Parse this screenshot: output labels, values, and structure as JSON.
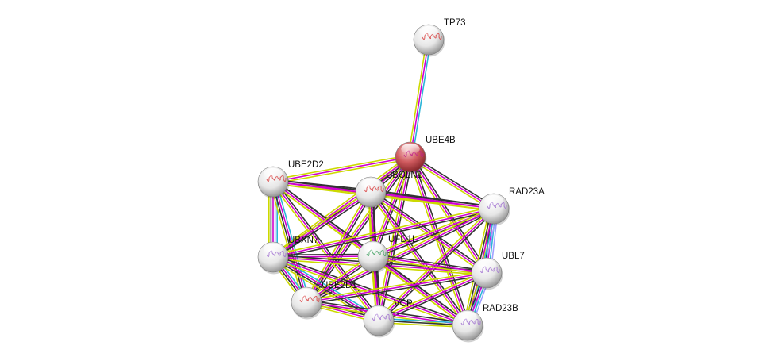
{
  "network": {
    "colors": {
      "text": "#ccd900",
      "experiments": "#d000d0",
      "coexpression": "#333333",
      "databases": "#2bb5d8",
      "homology": "#a0a0ff",
      "query_node": "#c0333a",
      "node": "#e8e8e8"
    },
    "nodes": [
      {
        "id": "TP73",
        "label": "TP73",
        "query": false,
        "structure": "red"
      },
      {
        "id": "UBE4B",
        "label": "UBE4B",
        "query": true,
        "structure": "magenta"
      },
      {
        "id": "UBE2D2",
        "label": "UBE2D2",
        "query": false,
        "structure": "red"
      },
      {
        "id": "UBQLN1",
        "label": "UBQLN1",
        "query": false,
        "structure": "red"
      },
      {
        "id": "RAD23A",
        "label": "RAD23A",
        "query": false,
        "structure": "purple"
      },
      {
        "id": "UBXN7",
        "label": "UBXN7",
        "query": false,
        "structure": "purple"
      },
      {
        "id": "UFD1L",
        "label": "UFD1L",
        "query": false,
        "structure": "green"
      },
      {
        "id": "UBL7",
        "label": "UBL7",
        "query": false,
        "structure": "purple"
      },
      {
        "id": "UBE2D1",
        "label": "UBE2D1",
        "query": false,
        "structure": "red"
      },
      {
        "id": "VCP",
        "label": "VCP",
        "query": false,
        "structure": "purple"
      },
      {
        "id": "RAD23B",
        "label": "RAD23B",
        "query": false,
        "structure": "purple"
      }
    ],
    "edges": [
      {
        "a": "TP73",
        "b": "UBE4B",
        "types": [
          "databases",
          "experiments",
          "text"
        ]
      },
      {
        "a": "UBE4B",
        "b": "UBE2D2",
        "types": [
          "text",
          "experiments",
          "text"
        ]
      },
      {
        "a": "UBE4B",
        "b": "UBQLN1",
        "types": [
          "coexpression",
          "experiments",
          "text"
        ]
      },
      {
        "a": "UBE4B",
        "b": "RAD23A",
        "types": [
          "coexpression",
          "experiments",
          "text"
        ]
      },
      {
        "a": "UBE4B",
        "b": "UBXN7",
        "types": [
          "coexpression",
          "experiments",
          "text"
        ]
      },
      {
        "a": "UBE4B",
        "b": "UFD1L",
        "types": [
          "coexpression",
          "experiments",
          "text"
        ]
      },
      {
        "a": "UBE4B",
        "b": "UBL7",
        "types": [
          "coexpression",
          "experiments",
          "text"
        ]
      },
      {
        "a": "UBE4B",
        "b": "UBE2D1",
        "types": [
          "coexpression",
          "experiments",
          "text"
        ]
      },
      {
        "a": "UBE4B",
        "b": "VCP",
        "types": [
          "coexpression",
          "experiments",
          "text"
        ]
      },
      {
        "a": "UBE4B",
        "b": "RAD23B",
        "types": [
          "coexpression",
          "experiments",
          "text"
        ]
      },
      {
        "a": "UBE2D2",
        "b": "UBQLN1",
        "types": [
          "coexpression",
          "experiments",
          "text"
        ]
      },
      {
        "a": "UBE2D2",
        "b": "RAD23A",
        "types": [
          "coexpression",
          "experiments",
          "text"
        ]
      },
      {
        "a": "UBE2D2",
        "b": "UBXN7",
        "types": [
          "databases",
          "homology",
          "experiments",
          "coexpression",
          "text"
        ]
      },
      {
        "a": "UBE2D2",
        "b": "UFD1L",
        "types": [
          "coexpression",
          "experiments",
          "text"
        ]
      },
      {
        "a": "UBE2D2",
        "b": "UBE2D1",
        "types": [
          "databases",
          "experiments",
          "coexpression",
          "text"
        ]
      },
      {
        "a": "UBE2D2",
        "b": "VCP",
        "types": [
          "coexpression",
          "experiments",
          "text"
        ]
      },
      {
        "a": "UBE2D2",
        "b": "RAD23B",
        "types": [
          "coexpression",
          "experiments",
          "text"
        ]
      },
      {
        "a": "UBQLN1",
        "b": "RAD23A",
        "types": [
          "coexpression",
          "experiments",
          "text"
        ]
      },
      {
        "a": "UBQLN1",
        "b": "UBXN7",
        "types": [
          "coexpression",
          "experiments",
          "text"
        ]
      },
      {
        "a": "UBQLN1",
        "b": "UFD1L",
        "types": [
          "coexpression",
          "experiments",
          "text"
        ]
      },
      {
        "a": "UBQLN1",
        "b": "UBL7",
        "types": [
          "coexpression",
          "experiments",
          "text"
        ]
      },
      {
        "a": "UBQLN1",
        "b": "UBE2D1",
        "types": [
          "coexpression",
          "experiments",
          "text"
        ]
      },
      {
        "a": "UBQLN1",
        "b": "VCP",
        "types": [
          "coexpression",
          "experiments",
          "text"
        ]
      },
      {
        "a": "UBQLN1",
        "b": "RAD23B",
        "types": [
          "coexpression",
          "experiments",
          "text"
        ]
      },
      {
        "a": "RAD23A",
        "b": "UFD1L",
        "types": [
          "coexpression",
          "experiments",
          "text"
        ]
      },
      {
        "a": "RAD23A",
        "b": "UBXN7",
        "types": [
          "coexpression",
          "experiments",
          "text"
        ]
      },
      {
        "a": "RAD23A",
        "b": "UBL7",
        "types": [
          "homology",
          "databases",
          "experiments",
          "coexpression",
          "text"
        ]
      },
      {
        "a": "RAD23A",
        "b": "UBE2D1",
        "types": [
          "coexpression",
          "experiments",
          "text"
        ]
      },
      {
        "a": "RAD23A",
        "b": "VCP",
        "types": [
          "coexpression",
          "experiments",
          "text"
        ]
      },
      {
        "a": "RAD23A",
        "b": "RAD23B",
        "types": [
          "homology",
          "databases",
          "experiments",
          "coexpression",
          "text"
        ]
      },
      {
        "a": "UBXN7",
        "b": "UFD1L",
        "types": [
          "coexpression",
          "experiments",
          "text"
        ]
      },
      {
        "a": "UBXN7",
        "b": "UBL7",
        "types": [
          "coexpression",
          "experiments",
          "text"
        ]
      },
      {
        "a": "UBXN7",
        "b": "UBE2D1",
        "types": [
          "databases",
          "experiments",
          "coexpression",
          "text"
        ]
      },
      {
        "a": "UBXN7",
        "b": "VCP",
        "types": [
          "databases",
          "experiments",
          "coexpression",
          "text"
        ]
      },
      {
        "a": "UBXN7",
        "b": "RAD23B",
        "types": [
          "coexpression",
          "experiments",
          "text"
        ]
      },
      {
        "a": "UFD1L",
        "b": "UBL7",
        "types": [
          "coexpression",
          "experiments",
          "text"
        ]
      },
      {
        "a": "UFD1L",
        "b": "UBE2D1",
        "types": [
          "coexpression",
          "experiments",
          "text"
        ]
      },
      {
        "a": "UFD1L",
        "b": "VCP",
        "types": [
          "coexpression",
          "experiments",
          "text"
        ]
      },
      {
        "a": "UFD1L",
        "b": "RAD23B",
        "types": [
          "coexpression",
          "experiments",
          "text"
        ]
      },
      {
        "a": "UBL7",
        "b": "UBE2D1",
        "types": [
          "coexpression",
          "experiments",
          "text"
        ]
      },
      {
        "a": "UBL7",
        "b": "VCP",
        "types": [
          "coexpression",
          "experiments",
          "text"
        ]
      },
      {
        "a": "UBL7",
        "b": "RAD23B",
        "types": [
          "homology",
          "databases",
          "experiments",
          "coexpression",
          "text"
        ]
      },
      {
        "a": "UBE2D1",
        "b": "VCP",
        "types": [
          "coexpression",
          "experiments",
          "text"
        ]
      },
      {
        "a": "UBE2D1",
        "b": "RAD23B",
        "types": [
          "coexpression",
          "experiments",
          "text"
        ]
      },
      {
        "a": "VCP",
        "b": "RAD23B",
        "types": [
          "databases",
          "coexpression",
          "text"
        ]
      }
    ]
  }
}
